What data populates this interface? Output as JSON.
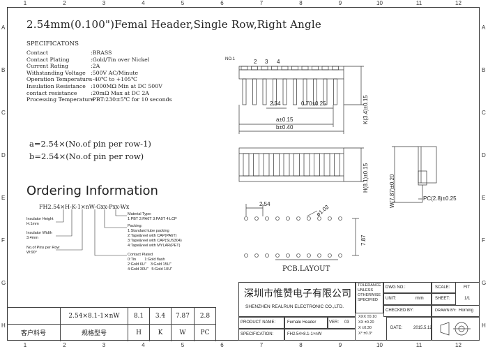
{
  "title": "2.54mm(0.100\")Femal Header,Single Row,Right Angle",
  "zones": {
    "columns": [
      "1",
      "2",
      "3",
      "4",
      "5",
      "6",
      "7",
      "8",
      "9",
      "10",
      "11",
      "12"
    ],
    "rows": [
      "A",
      "B",
      "C",
      "D",
      "E",
      "F",
      "G",
      "H"
    ]
  },
  "specs": {
    "heading": "SPECIFICATONS",
    "rows": [
      {
        "label": "Contact",
        "value": ":BRASS"
      },
      {
        "label": "Contact Plating",
        "value": ":Gold/Tin over Nickel"
      },
      {
        "label": "Current Rating",
        "value": ":2A"
      },
      {
        "label": "Withstanding Voltage",
        "value": ":500V AC/Minute"
      },
      {
        "label": "Operation Temperature",
        "value": ":-40℃ to +105℃"
      },
      {
        "label": "Insulation Resistance",
        "value": ":1000MΩ Min at DC 500V"
      },
      {
        "label": "contact resistance",
        "value": ":20mΩ Max at DC 2A"
      },
      {
        "label": "Processing Temperature",
        "value": ":PBT:230±5℃ for 10 seconds"
      }
    ]
  },
  "formulas": {
    "a": "a=2.54×(No.of pin per row-1)",
    "b": "b=2.54×(No.of pin per row)"
  },
  "ordering": {
    "heading": "Ordering Information",
    "part_number": "FH2.54×H-K-1×nW-Gxx-Pxx-Wx",
    "notes": {
      "insulator_height": "Insulator Height\nH.1mm",
      "insulator_width": "Insulator Width\n3.4mm",
      "pins_per_row": "No.of Pins per Row\nW:90°",
      "material": "Material Type:\n1:PBT 2:PA6T 3:PA9T 4:LCP",
      "packing": "Packing:\n1:Standard tube packing\n2:Tape&reel with CAP(PA6T)\n3:Tape&reel with CAP(SUS304)\n4:Tape&reel with MYLAR(PET)",
      "plated": "Contact Plated\n0:Tin        1:Gold flash\n2:Gold 6U\"    3:Gold 15U\"\n4:Gold 30U\"   5:Gold 10U\""
    }
  },
  "bottom_table": {
    "values": [
      "2.54×8.1-1×nW",
      "8.1",
      "3.4",
      "7.87",
      "2.8"
    ],
    "headers": [
      "客户料号",
      "规格型号",
      "H",
      "K",
      "W",
      "PC"
    ]
  },
  "drawing": {
    "no1": "NO.1",
    "pins": [
      "2",
      "3",
      "4"
    ],
    "dim_254": "2.54",
    "dim_070": "0.70±0.25",
    "dim_a": "a±0.15",
    "dim_b": "b±0.40",
    "dim_k": "K(3.4)±0.15",
    "dim_h": "H(8.1)±0.15",
    "dim_w": "W(7.87)±0.20",
    "dim_pc": "PC(2.8)±0.25",
    "pcb_254": "2.54",
    "pcb_hole": "ø1.02",
    "pcb_787": "7.87",
    "pcb_label": "PCB.LAYOUT"
  },
  "title_block": {
    "company_cn": "深圳市惟赞电子有限公司",
    "company_en": "SHENZHEN REALRUN ELECTRONIC CO.,LTD.",
    "tolerance": "TOLERANCE\nUNLESS\nOTHERWISE\nSPECIFIED",
    "tol_values": [
      "XXX ±0.10",
      "XX ±0.20",
      "X ±0.30",
      "X° ±0.3°"
    ],
    "dwg_no_label": "DWG NO.:",
    "scale_label": "SCALE:",
    "scale_value": "FIT",
    "unit_label": "UNIT:",
    "unit_value": "mm",
    "sheet_label": "SHEET:",
    "sheet_value": "1/1",
    "checked_label": "CHECKED BY:",
    "drawn_label": "DRAWN BY:",
    "drawn_value": "Horning",
    "product_label": "PRODUCT NAME:",
    "product_value": "Female Header",
    "ver_label": "VER:",
    "ver_value": "03",
    "date_label": "DATE:",
    "date_value": "2015.5.12",
    "spec_label": "SPECIFICATION:",
    "spec_value": "FH2.54×8.1-1×nW"
  }
}
